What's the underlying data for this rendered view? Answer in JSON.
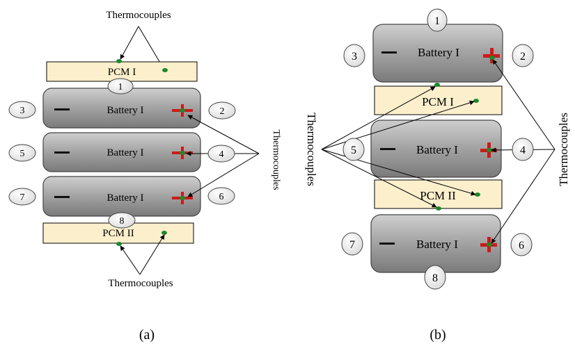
{
  "panel_a": {
    "caption": "(a)",
    "thermocouples_top": "Thermocouples",
    "thermocouples_bottom": "Thermocouples",
    "thermocouples_side": "Thermocouples",
    "pcm_top": "PCM I",
    "pcm_bottom": "PCM II",
    "batteries": [
      "Battery I",
      "Battery I",
      "Battery I"
    ],
    "numbers": [
      "1",
      "2",
      "3",
      "4",
      "5",
      "6",
      "7",
      "8"
    ]
  },
  "panel_b": {
    "caption": "(b)",
    "thermocouples_left": "Thermocouples",
    "thermocouples_right": "Thermocouples",
    "pcm_top": "PCM I",
    "pcm_bottom": "PCM II",
    "batteries": [
      "Battery I",
      "Battery I",
      "Battery I"
    ],
    "numbers": [
      "1",
      "2",
      "3",
      "4",
      "5",
      "6",
      "7",
      "8"
    ]
  },
  "colors": {
    "pcm_fill": "#fcefcc",
    "battery_fill": "#9e9e9e",
    "sensor": "#1a8a2a",
    "terminal_red": "#d01818"
  }
}
